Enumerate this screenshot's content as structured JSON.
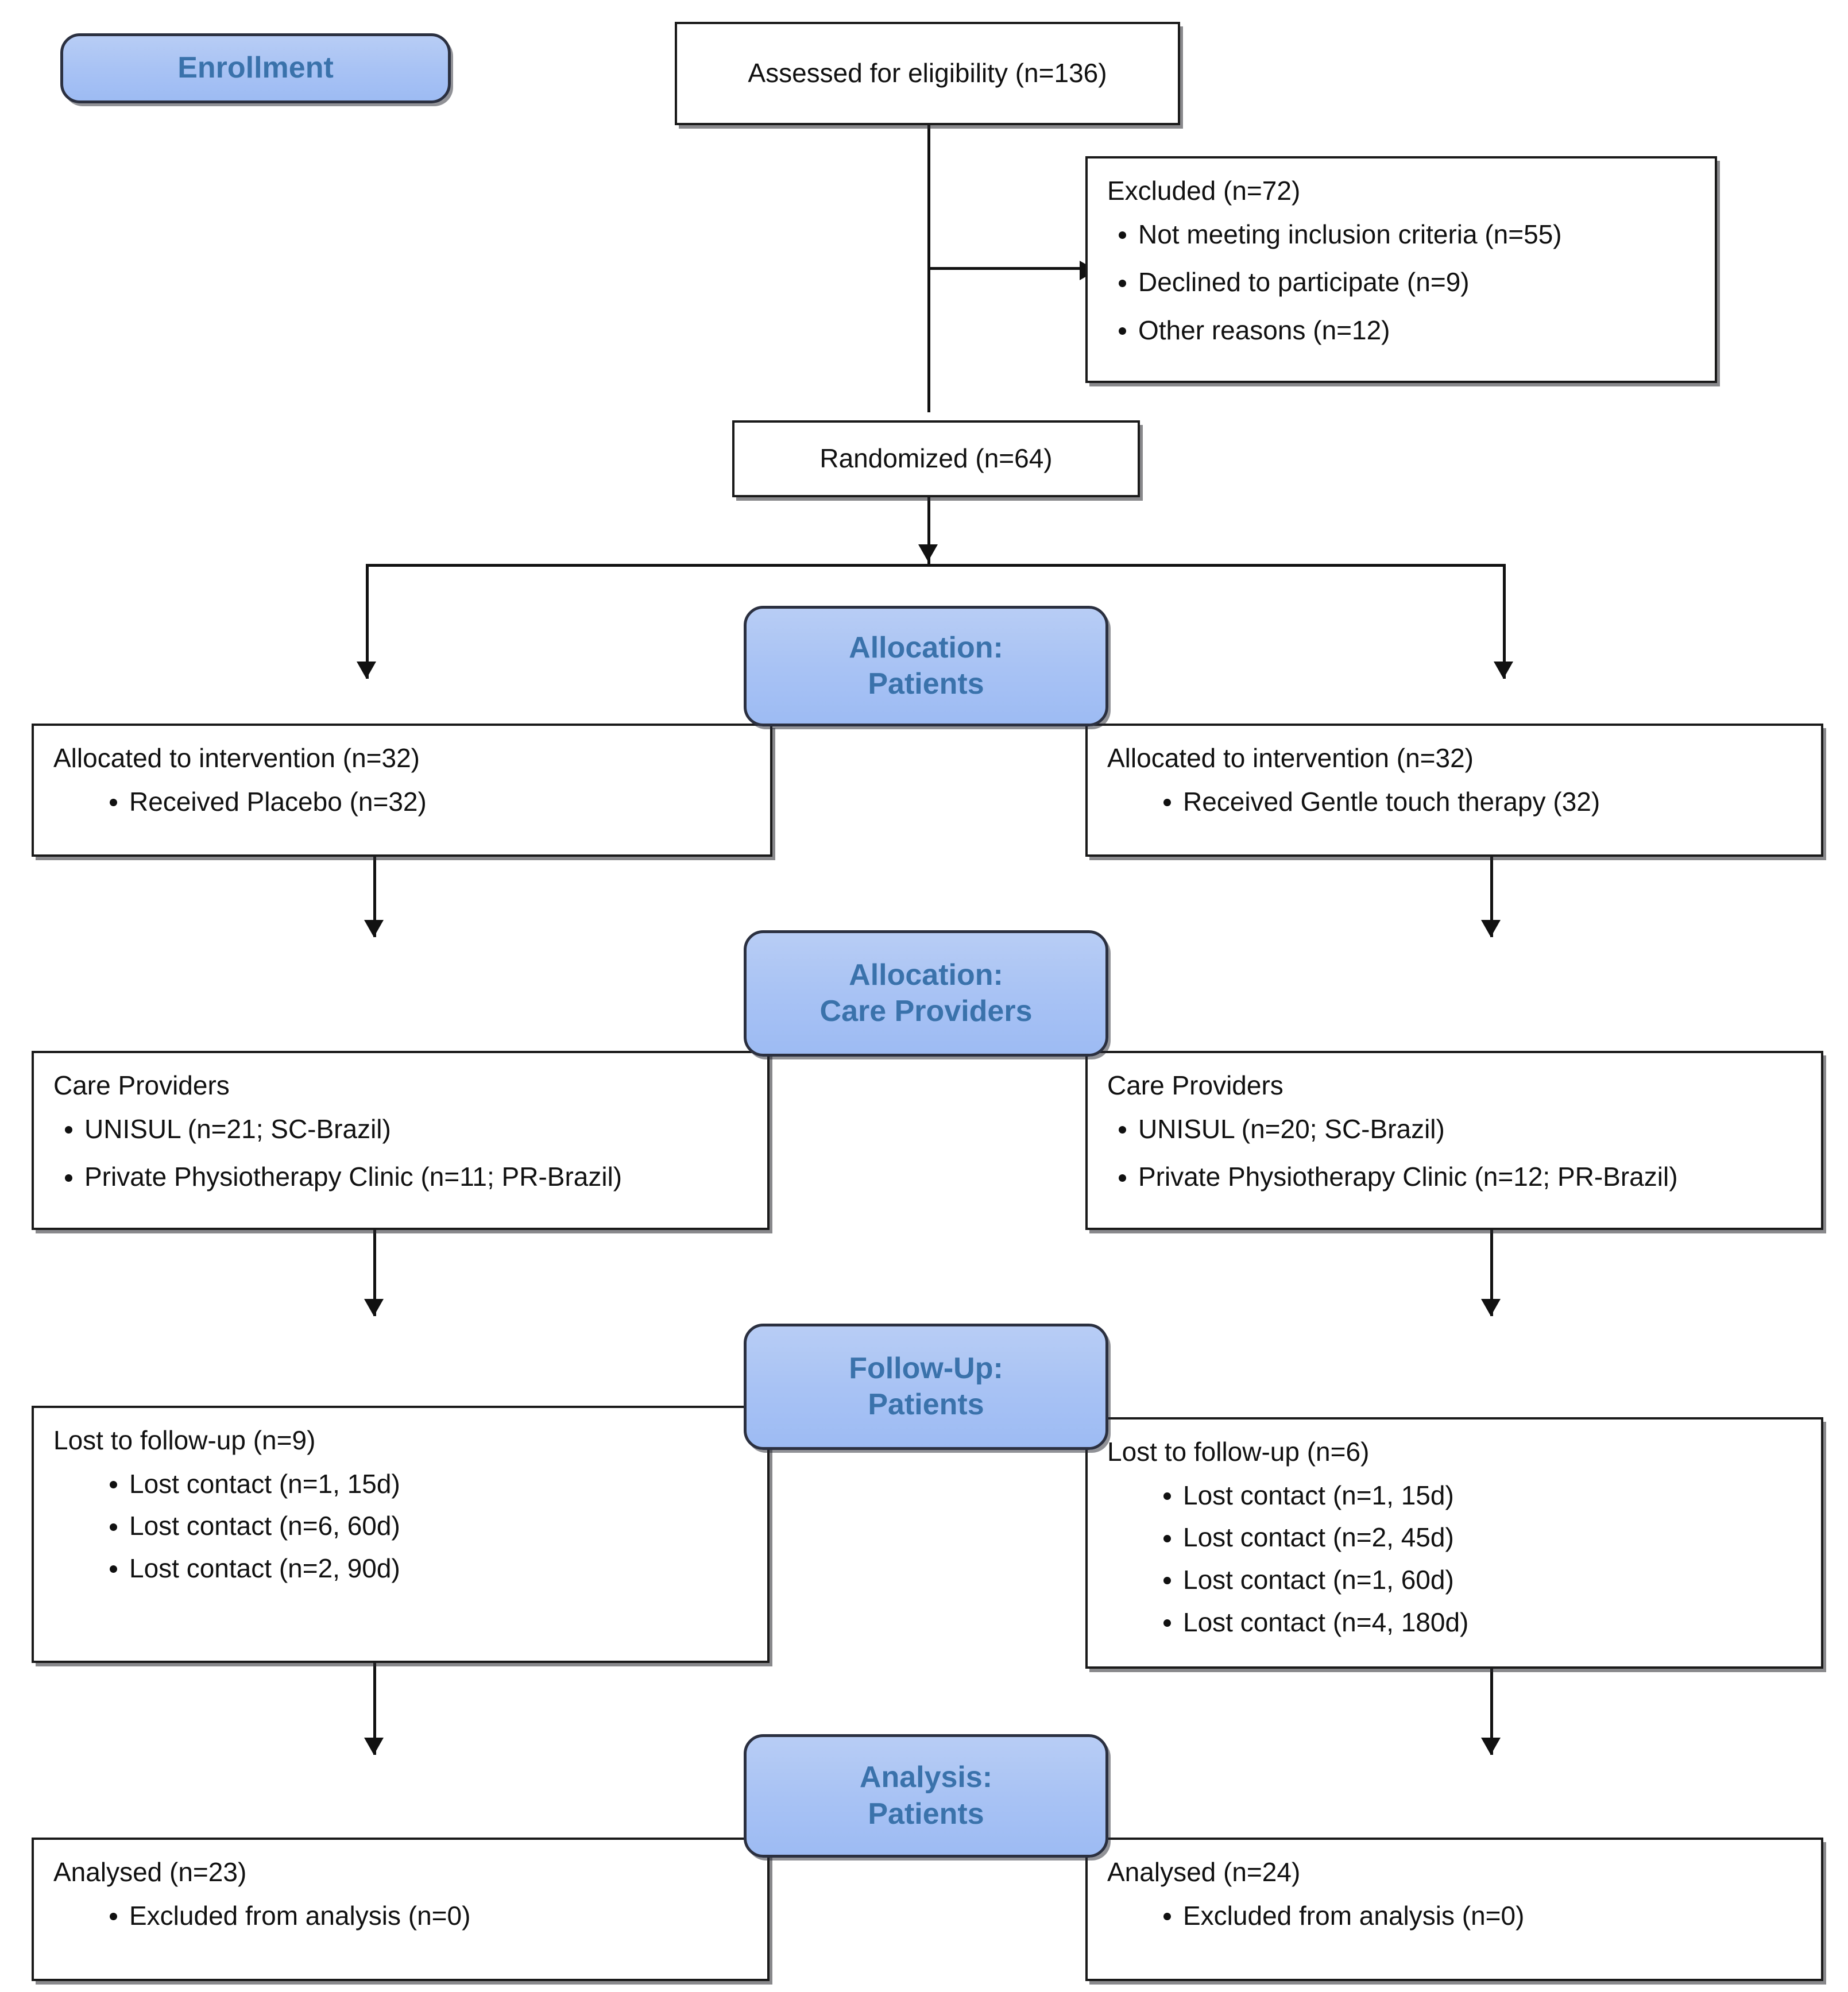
{
  "stages": {
    "enrollment": "Enrollment",
    "allocation_patients": "Allocation:\nPatients",
    "allocation_care_providers": "Allocation:\nCare Providers",
    "followup_patients": "Follow-Up:\nPatients",
    "analysis_patients": "Analysis:\nPatients"
  },
  "colors": {
    "badge_fill": "#a9c3f4",
    "badge_text": "#3a72ab",
    "badge_border": "#2b3040",
    "node_border": "#1a1a1a",
    "node_fill": "#ffffff",
    "text": "#111111"
  },
  "nodes": {
    "assessed": {
      "title": "Assessed for eligibility (n=136)"
    },
    "excluded": {
      "title": "Excluded (n=72)",
      "items": [
        "Not meeting inclusion criteria (n=55)",
        "Declined to participate (n=9)",
        "Other reasons (n=12)"
      ]
    },
    "randomized": {
      "title": "Randomized (n=64)"
    },
    "alloc_left": {
      "title": "Allocated to intervention (n=32)",
      "items": [
        "Received Placebo (n=32)"
      ]
    },
    "alloc_right": {
      "title": "Allocated to intervention (n=32)",
      "items": [
        "Received Gentle touch therapy (32)"
      ]
    },
    "providers_left": {
      "title": "Care Providers",
      "items": [
        "UNISUL (n=21; SC-Brazil)",
        "Private Physiotherapy Clinic (n=11; PR-Brazil)"
      ]
    },
    "providers_right": {
      "title": "Care Providers",
      "items": [
        "UNISUL (n=20; SC-Brazil)",
        "Private Physiotherapy Clinic (n=12; PR-Brazil)"
      ]
    },
    "followup_left": {
      "title": "Lost to follow-up (n=9)",
      "items": [
        "Lost contact (n=1, 15d)",
        "Lost contact (n=6, 60d)",
        "Lost contact (n=2, 90d)"
      ]
    },
    "followup_right": {
      "title": "Lost to follow-up (n=6)",
      "items": [
        "Lost contact (n=1, 15d)",
        "Lost contact (n=2, 45d)",
        "Lost contact (n=1, 60d)",
        "Lost contact (n=4, 180d)"
      ]
    },
    "analysed_left": {
      "title": "Analysed (n=23)",
      "items": [
        "Excluded from analysis (n=0)"
      ]
    },
    "analysed_right": {
      "title": "Analysed (n=24)",
      "items": [
        "Excluded from analysis (n=0)"
      ]
    }
  }
}
